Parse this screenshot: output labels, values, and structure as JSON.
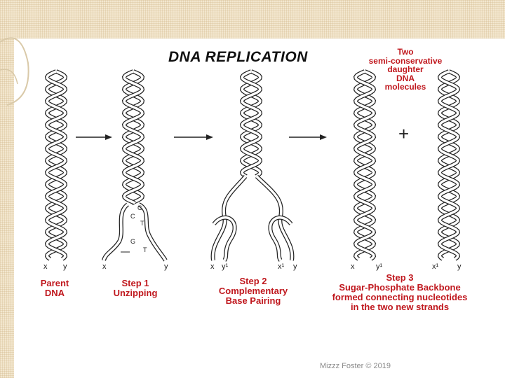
{
  "title": "DNA REPLICATION",
  "daughter_label": "Two\nsemi-conservative\ndaughter\nDNA\nmolecules",
  "labels": {
    "parent": "Parent\nDNA",
    "step1": "Step 1\nUnzipping",
    "step2": "Step 2\nComplementary\nBase Pairing",
    "step3": "Step 3\nSugar-Phosphate Backbone\nformed connecting nucleotides\nin the two new strands"
  },
  "strand_ends": {
    "parent_x": "x",
    "parent_y": "y",
    "s1_x": "x",
    "s1_y": "y",
    "s2_x": "x",
    "s2_y1": "y¹",
    "s2_x1": "x¹",
    "s2_y": "y",
    "s3_x": "x",
    "s3_y1": "y¹",
    "s3_x1": "x¹",
    "s3_y": "y"
  },
  "bases": {
    "g1": "G",
    "c1": "C",
    "t1": "T",
    "g2": "G",
    "t2": "T"
  },
  "plus": "+",
  "footer": "Mizzz Foster © 2019",
  "colors": {
    "label_red": "#c0181e",
    "texture": "#f3e7cf",
    "ink": "#222222"
  }
}
